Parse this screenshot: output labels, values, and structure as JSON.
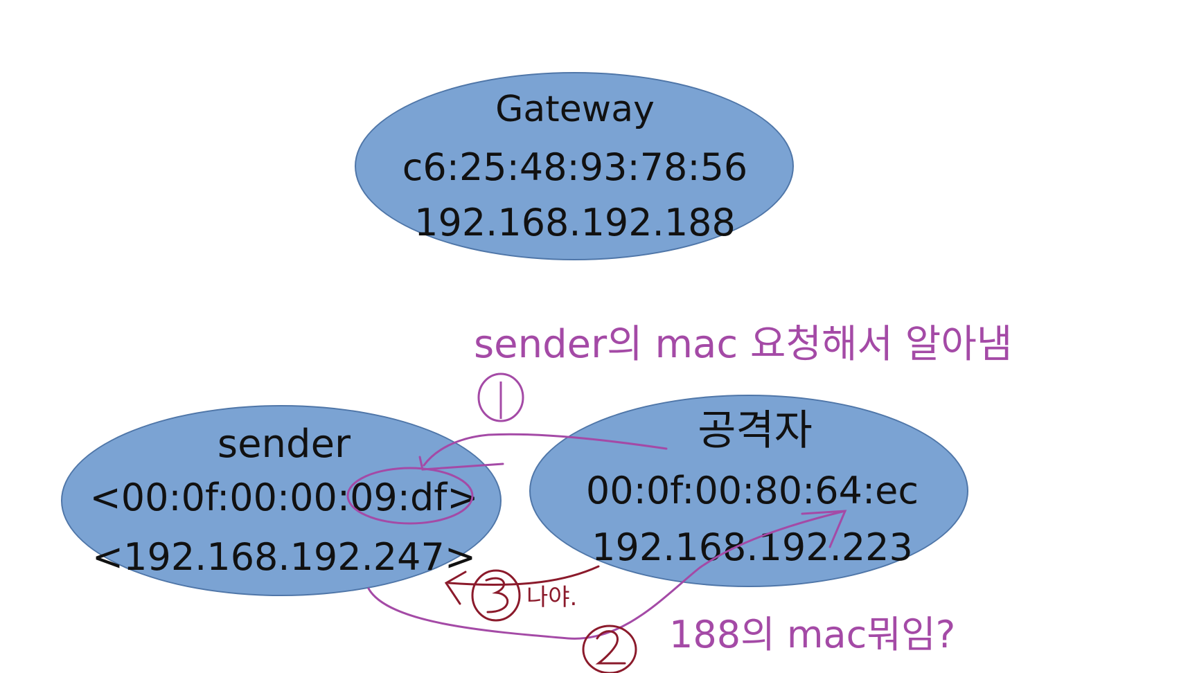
{
  "nodes": {
    "gateway": {
      "name": "Gateway",
      "mac": "c6:25:48:93:78:56",
      "ip": "192.168.192.188"
    },
    "sender": {
      "name": "sender",
      "mac": "<00:0f:00:00:09:df>",
      "ip": "<192.168.192.247>"
    },
    "attacker": {
      "name": "공격자",
      "mac": "00:0f:00:80:64:ec",
      "ip": "192.168.192.223"
    }
  },
  "annotations": {
    "step1_text": "sender의 mac 요청해서 알아냄",
    "step2_text": "188의 mac뭐임?",
    "step3_text": "나야.",
    "step1_number": "1",
    "step2_number": "2",
    "step3_number": "3"
  },
  "colors": {
    "node_fill": "#7ba3d3",
    "node_border": "#4f76a8",
    "purple_ink": "#a44aa6",
    "dark_red_ink": "#8b1a2b"
  }
}
